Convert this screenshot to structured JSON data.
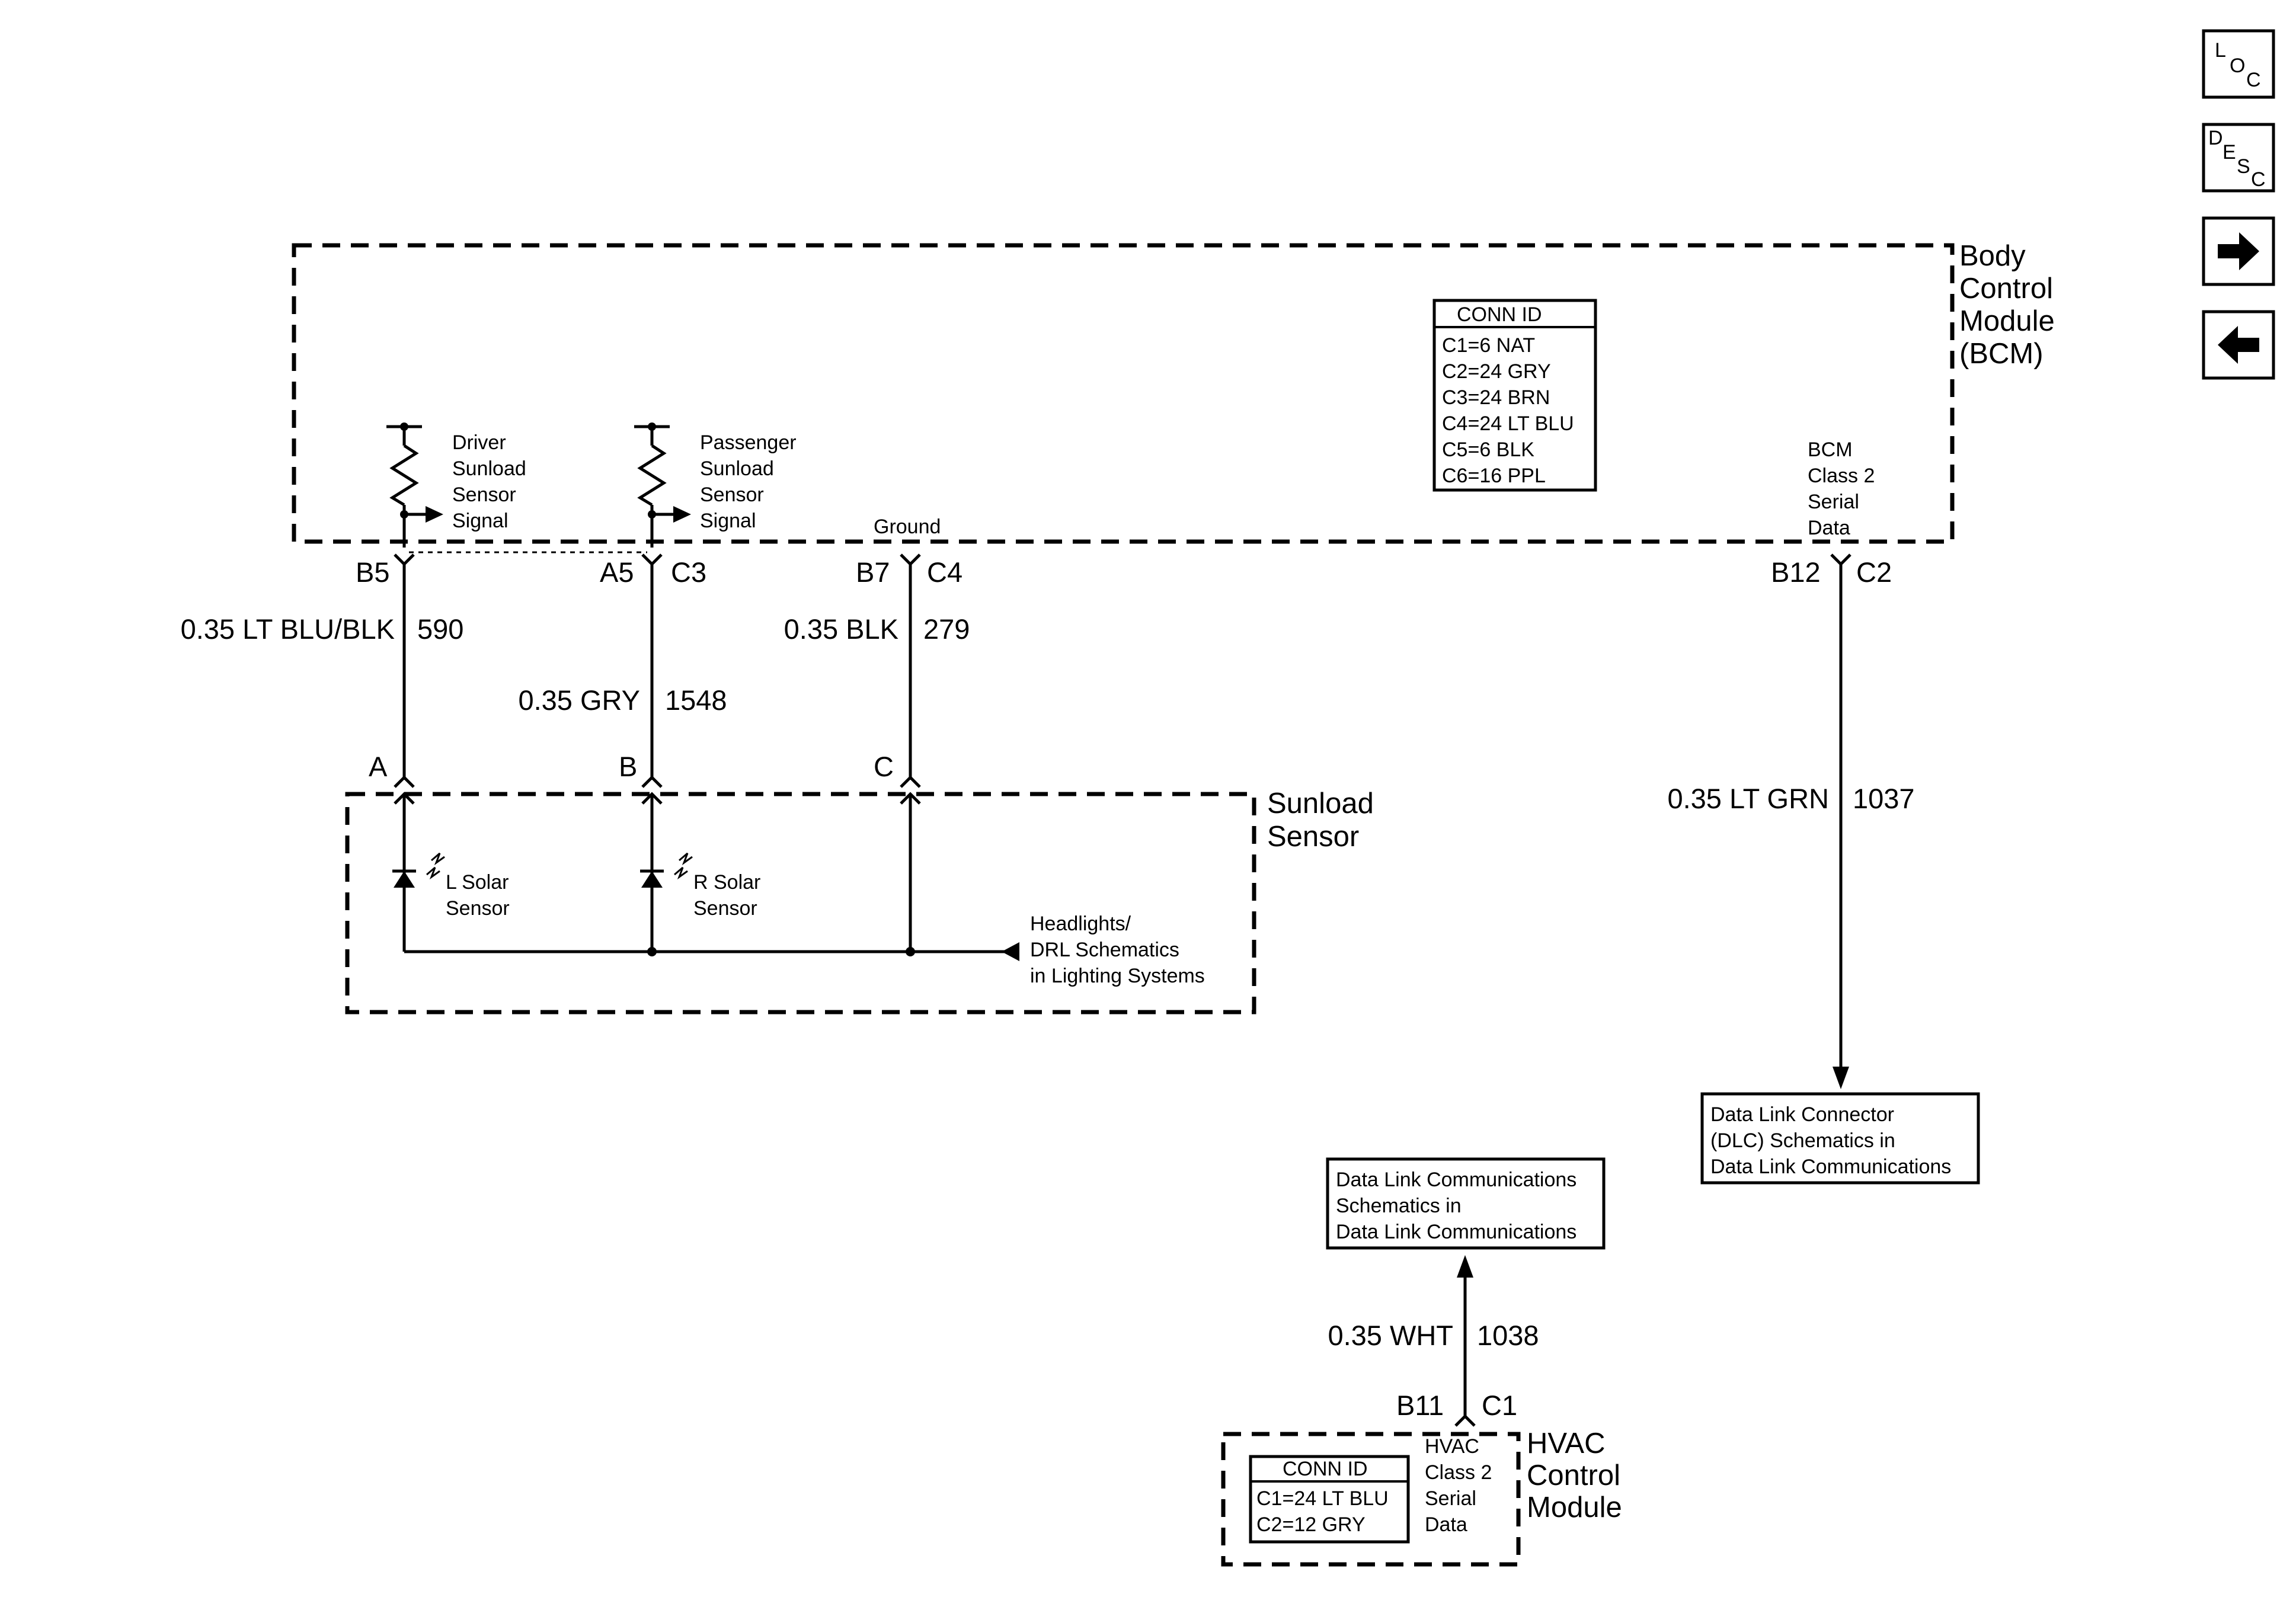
{
  "nav": {
    "loc": {
      "l": "L",
      "o": "O",
      "c": "C"
    },
    "desc": {
      "d": "D",
      "e": "E",
      "s": "S",
      "c": "C"
    },
    "next_icon": "right-arrow-icon",
    "prev_icon": "left-arrow-icon"
  },
  "bcm": {
    "title": [
      "Body",
      "Control",
      "Module",
      "(BCM)"
    ],
    "conn_id": {
      "header": "CONN ID",
      "rows": [
        "C1=6 NAT",
        "C2=24 GRY",
        "C3=24 BRN",
        "C4=24 LT BLU",
        "C5=6 BLK",
        "C6=16 PPL"
      ]
    },
    "driver_signal": [
      "Driver",
      "Sunload",
      "Sensor",
      "Signal"
    ],
    "passenger_signal": [
      "Passenger",
      "Sunload",
      "Sensor",
      "Signal"
    ],
    "ground": "Ground",
    "class2": [
      "BCM",
      "Class 2",
      "Serial",
      "Data"
    ]
  },
  "pins": {
    "b5": "B5",
    "a5": "A5",
    "c3": "C3",
    "b7": "B7",
    "c4": "C4",
    "b12": "B12",
    "c2": "C2",
    "a": "A",
    "b": "B",
    "c": "C",
    "b11": "B11",
    "c1": "C1"
  },
  "wires": {
    "w590": {
      "color": "0.35 LT BLU/BLK",
      "circuit": "590"
    },
    "w1548": {
      "color": "0.35 GRY",
      "circuit": "1548"
    },
    "w279": {
      "color": "0.35 BLK",
      "circuit": "279"
    },
    "w1037": {
      "color": "0.35 LT GRN",
      "circuit": "1037"
    },
    "w1038": {
      "color": "0.35 WHT",
      "circuit": "1038"
    }
  },
  "sunload": {
    "title": [
      "Sunload",
      "Sensor"
    ],
    "left": [
      "L Solar",
      "Sensor"
    ],
    "right": [
      "R Solar",
      "Sensor"
    ],
    "headlights": [
      "Headlights/",
      "DRL Schematics",
      "in Lighting Systems"
    ]
  },
  "dlc_box": [
    "Data Link Connector",
    "(DLC) Schematics in",
    "Data Link Communications"
  ],
  "dlcomm_box": [
    "Data Link Communications",
    "Schematics in",
    "Data Link Communications"
  ],
  "hvac": {
    "title": [
      "HVAC",
      "Control",
      "Module"
    ],
    "conn_id": {
      "header": "CONN ID",
      "rows": [
        "C1=24 LT BLU",
        "C2=12 GRY"
      ]
    },
    "class2": [
      "HVAC",
      "Class 2",
      "Serial",
      "Data"
    ]
  }
}
